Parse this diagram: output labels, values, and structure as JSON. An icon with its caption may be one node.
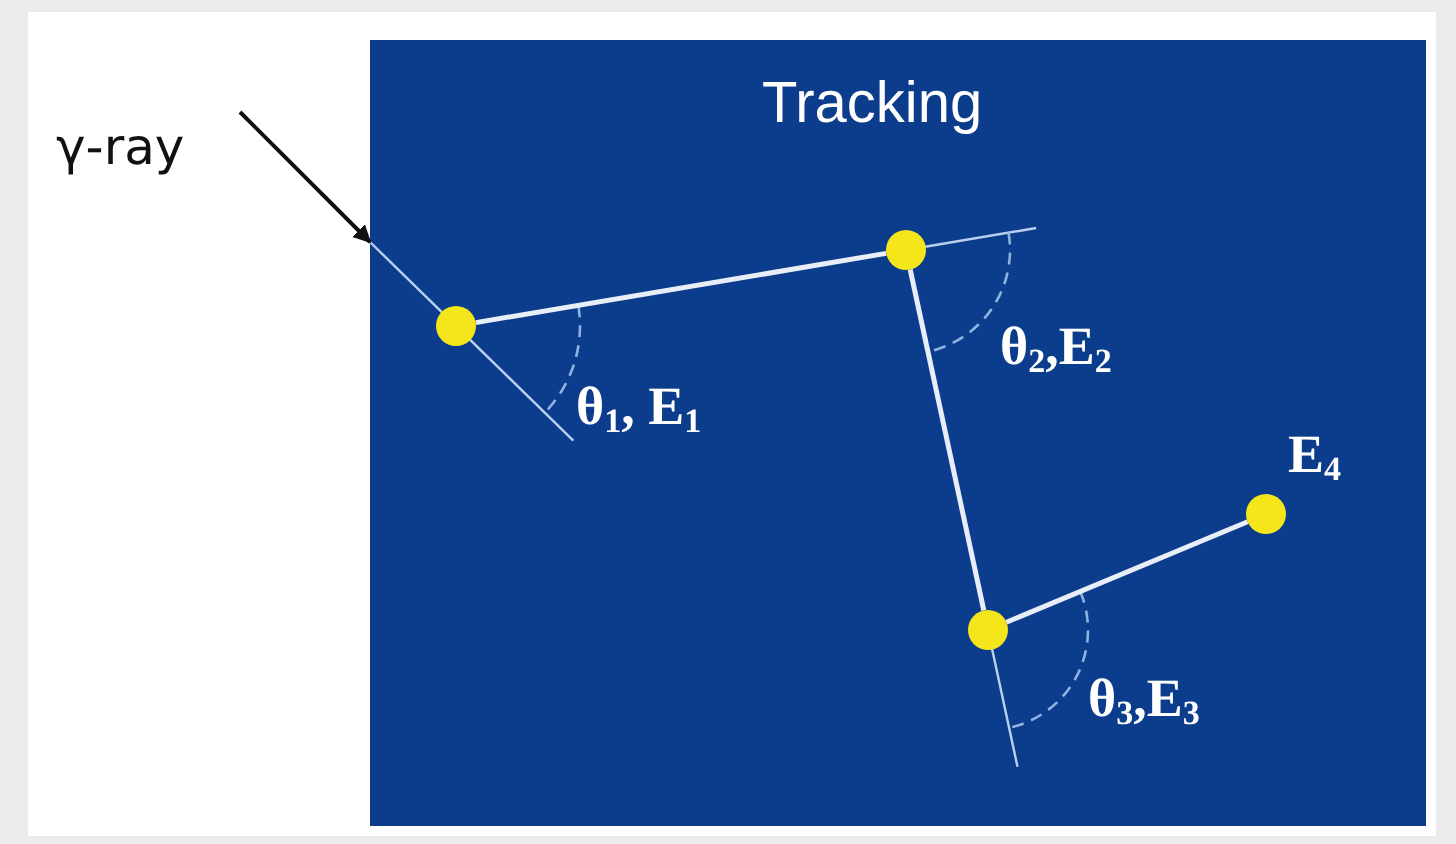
{
  "diagram": {
    "nodes": [
      {
        "text": [
          "Tracking"
        ]
      },
      {
        "text": [
          "γ-ray"
        ]
      },
      {
        "text": [],
        "shape": "circle",
        "in": 0,
        "beside": [
          "θ$_{1}$, E$_{1}$"
        ]
      },
      {
        "text": [],
        "shape": "circle",
        "in": 0,
        "beside": [
          "θ$_{2}$,E$_{2}$"
        ]
      },
      {
        "text": [],
        "shape": "circle",
        "in": 0,
        "beside": [
          "θ$_{3}$,E$_{3}$"
        ]
      },
      {
        "text": [],
        "shape": "circle",
        "in": 0,
        "beside": [
          "E$_{4}$"
        ]
      }
    ],
    "edges": [
      {
        "from": 1,
        "to": 0,
        "arrow": "to",
        "color": "#111111"
      },
      {
        "from": 2,
        "to": 3,
        "arrow": "none"
      },
      {
        "from": 3,
        "to": 4,
        "arrow": "none"
      },
      {
        "from": 4,
        "to": 5,
        "arrow": "none"
      }
    ]
  }
}
